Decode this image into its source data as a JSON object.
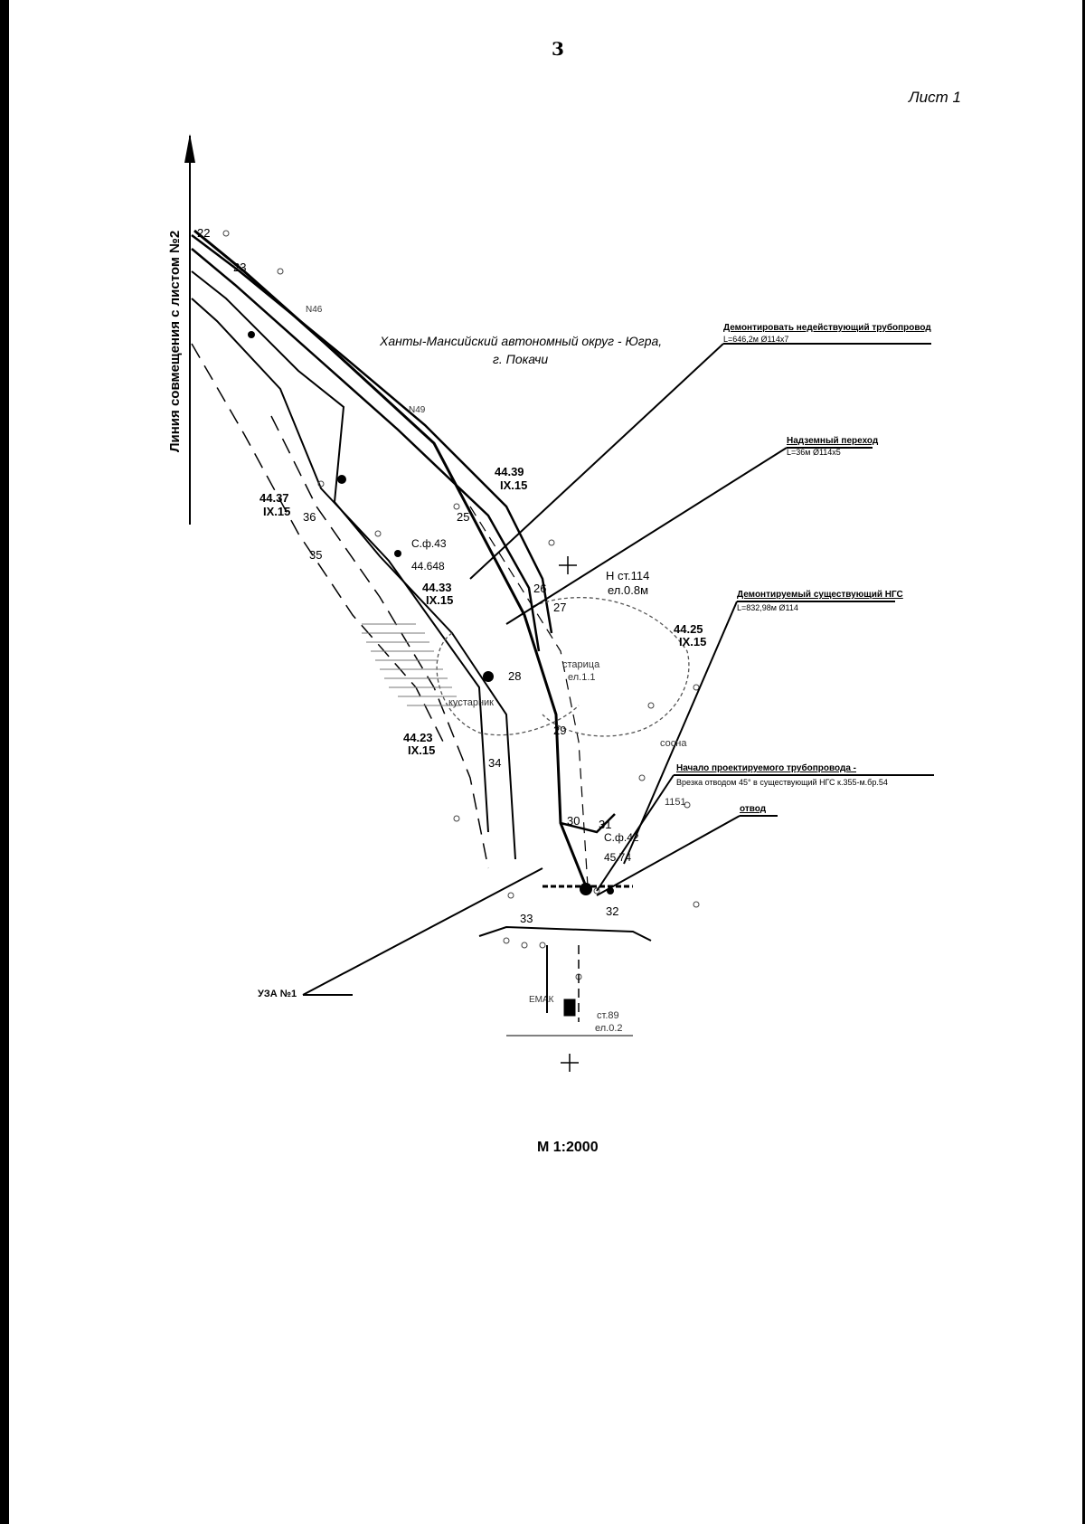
{
  "page": {
    "number": "3",
    "sheet_label": "Лист 1",
    "scale": "М 1:2000"
  },
  "map": {
    "match_line": "Линия совмещения с листом №2",
    "region_title": "Ханты-Мансийский автономный округ - Югра,",
    "region_city": "г. Покачи",
    "annotations": {
      "dismantle_title": "Демонтировать недействующий трубопровод",
      "dismantle_spec": "L=646,2м Ø114x7",
      "crossing_title": "Надземный переход",
      "crossing_spec": "L=36м Ø114x5",
      "existing_title": "Демонтируемый существующий НГС",
      "existing_spec": "L=832,98м Ø114",
      "start_title": "Начало проектируемого трубопровода -",
      "start_spec": "Врезка отводом 45° в существующий НГС к.355-м.бр.54",
      "valve": "УЗА №1",
      "branch": "отвод"
    },
    "points": [
      "22",
      "23",
      "25",
      "26",
      "27",
      "28",
      "29",
      "30",
      "31",
      "32",
      "33",
      "34",
      "35",
      "36"
    ],
    "elevations": [
      {
        "value": "44.39",
        "code": "IX.15"
      },
      {
        "value": "44.37",
        "code": "IX.15"
      },
      {
        "value": "44.33",
        "code": "IX.15"
      },
      {
        "value": "44.25",
        "code": "IX.15"
      },
      {
        "value": "44.23",
        "code": "IX.15"
      }
    ],
    "small_labels": {
      "height_st": "Н ст.114",
      "height_st_sub": "ел.0.8м",
      "oldbed": "старица",
      "oldbed_sub": "ел.1.1",
      "shrub": "кустарник",
      "pine": "сосна",
      "spot1": "С.ф.43",
      "spot1_val": "44.648",
      "spot2": "С.ф.42",
      "spot2_val": "45.74",
      "n46": "N46",
      "n49": "N49",
      "h151": "1151",
      "emk": "ЕМАК",
      "bottom_note": "ст.89",
      "bottom_note2": "ел.0.2"
    }
  }
}
